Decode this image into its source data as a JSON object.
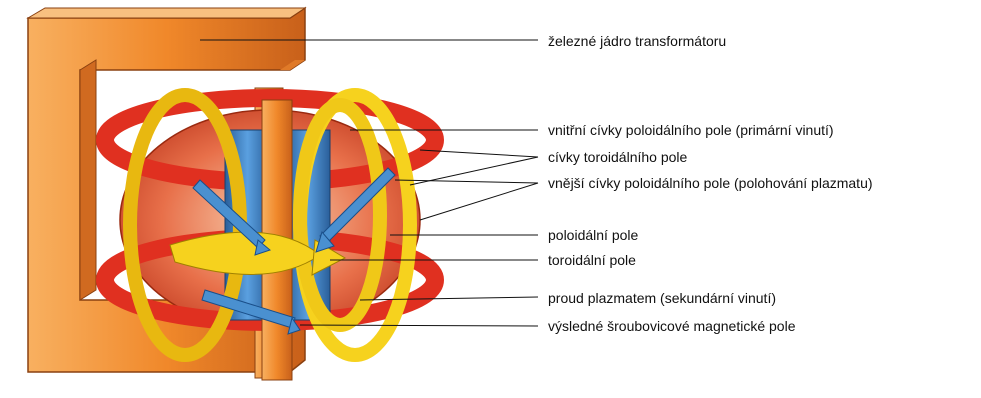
{
  "labels": {
    "iron_core": "železné jádro transformátoru",
    "inner_poloidal_coils": "vnitřní cívky poloidálního pole (primární vinutí)",
    "toroidal_coils": "cívky toroidálního pole",
    "outer_poloidal_coils": "vnější cívky poloidálního pole (polohování plazmatu)",
    "poloidal_field": "poloidální pole",
    "toroidal_field": "toroidální pole",
    "plasma_current": "proud plazmatem (sekundární vinutí)",
    "helical_field": "výsledné šroubovicové magnetické pole"
  },
  "colors": {
    "iron_core": "#f0882a",
    "iron_core_light": "#f8b060",
    "iron_core_dark": "#c8601a",
    "toroidal_coil": "#f6d21e",
    "outer_ring": "#e03020",
    "plasma": "#e86040",
    "solenoid": "#3b7fbf",
    "arrow_blue": "#4a90d0",
    "arrow_yellow": "#f6d21e"
  }
}
